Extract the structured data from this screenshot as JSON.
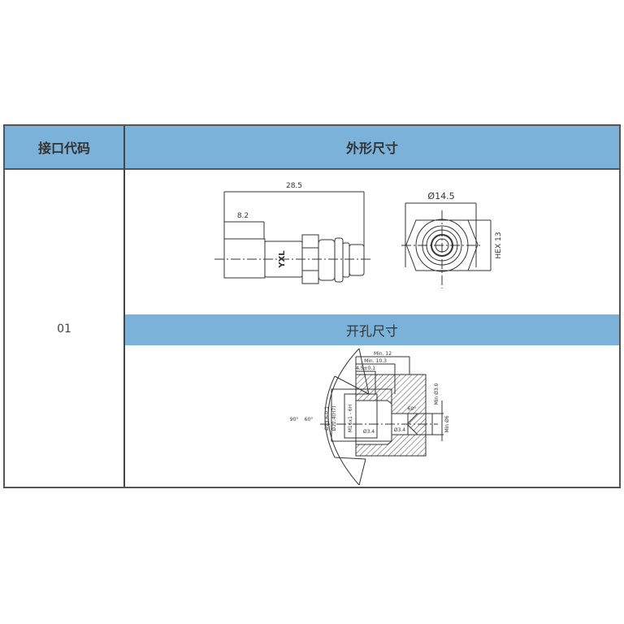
{
  "table": {
    "header": {
      "col1": "接口代码",
      "col2": "外形尺寸"
    },
    "rows": [
      {
        "code": "01",
        "outline_section": {
          "side_view": {
            "overall_length": "28.5",
            "segment_length": "8.2",
            "brand_mark": "YXL"
          },
          "end_view": {
            "diameter": "Ø14.5",
            "hex": "HEX 13"
          }
        },
        "cutout_section": {
          "title": "开孔尺寸",
          "dims": {
            "min12": "Min. 12",
            "min103": "Min. 10.3",
            "depth": "4.5±0.1",
            "angle90": "90°",
            "angle60": "60°",
            "dia1": "Ø13.6-0.1",
            "dia2": "Ø12.4(H7)",
            "thread": "M16x1 - 6H",
            "r1": "Ø3.4",
            "r2": "Ø3.4",
            "cone": "60°",
            "pin1": "Min Ø3.0",
            "pin2": "Min Ø6"
          }
        }
      }
    ],
    "colors": {
      "header_bg": "#7ab2d9",
      "border": "#555555"
    }
  }
}
